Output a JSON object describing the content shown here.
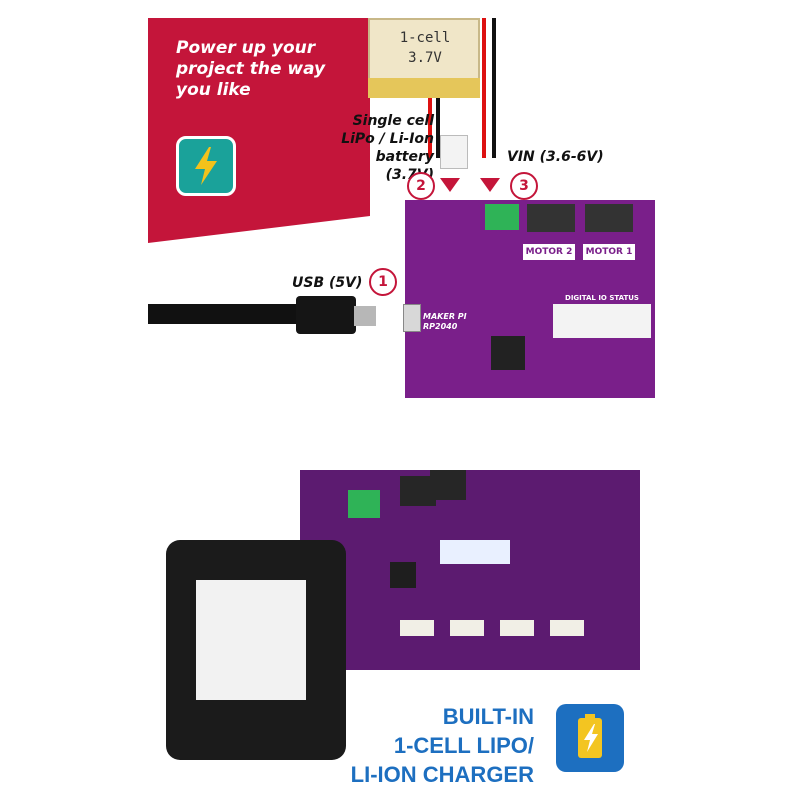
{
  "banner": {
    "text": "Power up your project the way you like"
  },
  "battery_graphic": {
    "line1": "1-cell",
    "line2": "3.7V"
  },
  "labels": {
    "battery": "Single cell LiPo / Li-Ion battery (3.7V)",
    "vin": "VIN (3.6-6V)",
    "usb": "USB (5V)"
  },
  "badges": {
    "one": "1",
    "two": "2",
    "three": "3"
  },
  "board_text": {
    "maker": "MAKER PI",
    "rp": "RP2040",
    "motor2": "MOTOR 2",
    "motor1": "MOTOR 1",
    "digital_io": "DIGITAL IO STATUS"
  },
  "caption": {
    "line1": "BUILT-IN",
    "line2": "1-CELL LIPO/",
    "line3": "LI-ION CHARGER"
  },
  "colors": {
    "brand_red": "#c4153a",
    "board_purple": "#7a1f8a",
    "caption_blue": "#1d6fc0",
    "icon_teal": "#1aa29a"
  },
  "icons": [
    "lightning-icon",
    "battery-charge-icon"
  ]
}
